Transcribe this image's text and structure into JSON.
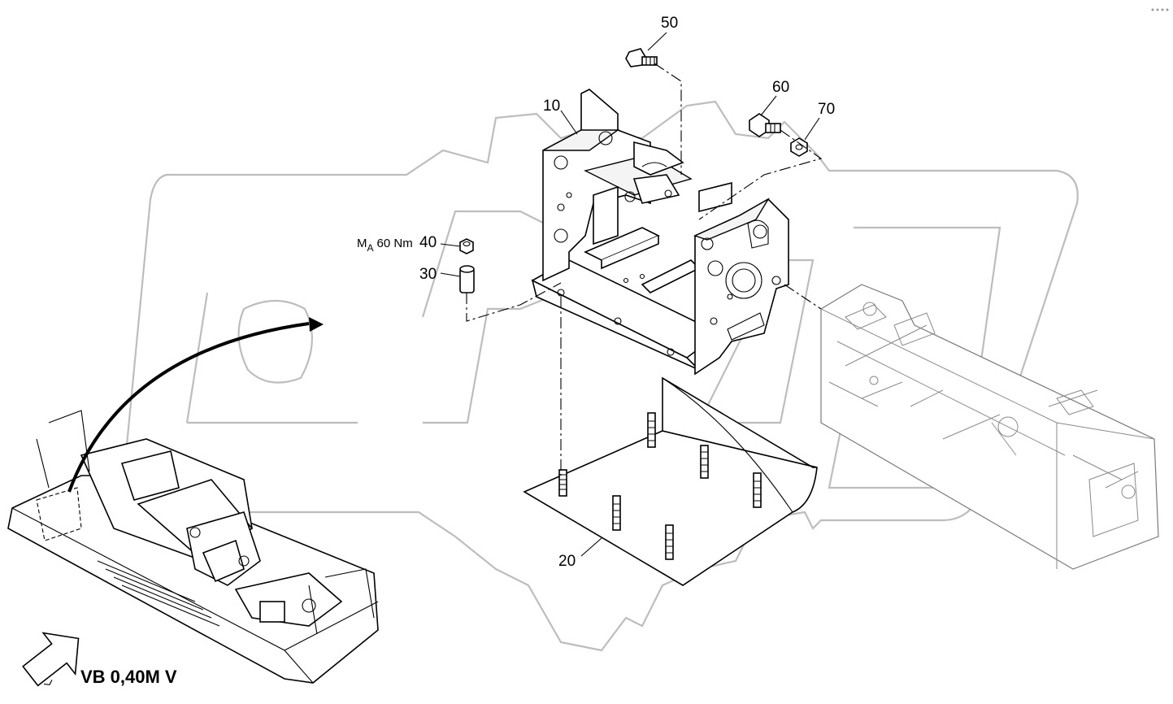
{
  "title": "VB 0,40M V",
  "torque_note": {
    "prefix": "M",
    "subscript": "A",
    "value": "60 Nm"
  },
  "callouts": {
    "c10": "10",
    "c20": "20",
    "c30": "30",
    "c40": "40",
    "c50": "50",
    "c60": "60",
    "c70": "70"
  },
  "icons": {
    "view_arrow": "view-direction-arrow-icon",
    "detail_arrow": "detail-arrow-icon"
  },
  "colors": {
    "line": "#000000",
    "watermark": "#bdbdbd",
    "ghost": "#7a7a7a",
    "background": "#ffffff"
  }
}
